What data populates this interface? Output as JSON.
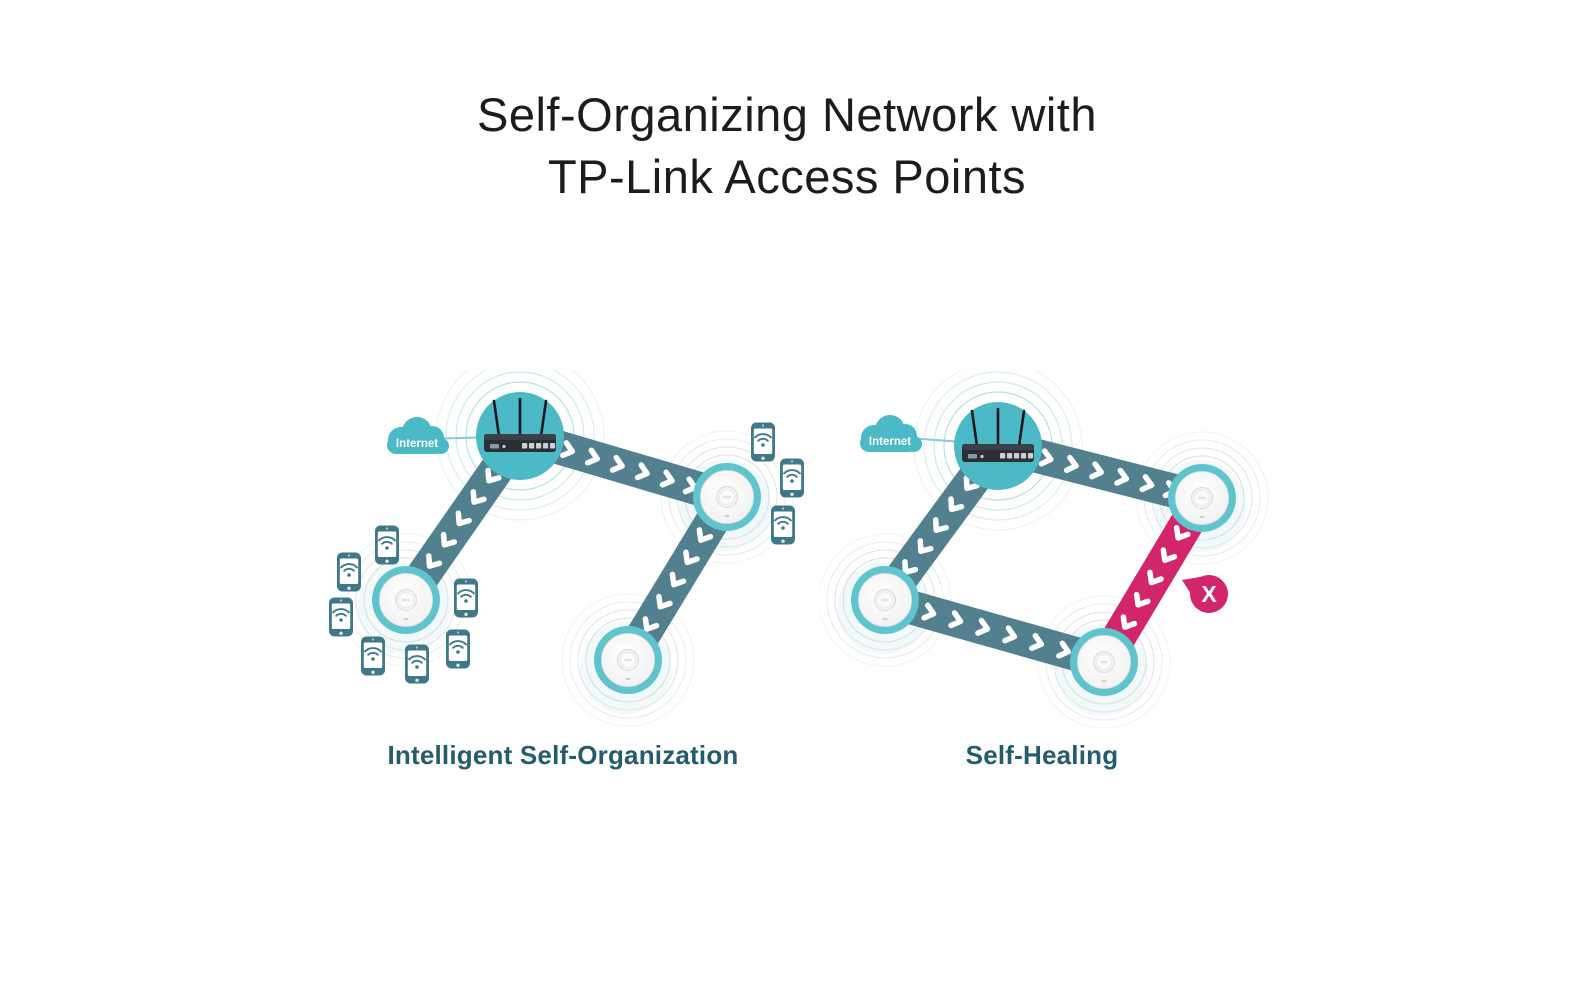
{
  "title": {
    "line1": "Self-Organizing Network with",
    "line2": "TP-Link Access Points"
  },
  "colors": {
    "node_teal": "#4bb9c6",
    "ap_ring_teal": "#60c4ce",
    "link_active": "#52808f",
    "link_broken": "#d2256b",
    "badge_pink": "#d2256b",
    "phone_body": "#3f7889",
    "caption_text": "#235c6b",
    "title_text": "#1c1c1c",
    "background": "#ffffff"
  },
  "diagrams": {
    "left": {
      "caption": "Intelligent Self-Organization",
      "internet_label": "Internet",
      "nodes": [
        "internet-cloud",
        "router",
        "access-point-1",
        "access-point-2",
        "access-point-3"
      ],
      "links": [
        {
          "from": "router",
          "to": "access-point-1",
          "status": "active"
        },
        {
          "from": "router",
          "to": "access-point-2",
          "status": "active"
        },
        {
          "from": "access-point-2",
          "to": "access-point-3",
          "status": "active"
        }
      ],
      "client_devices": {
        "access-point-1": 7,
        "access-point-2": 3
      }
    },
    "right": {
      "caption": "Self-Healing",
      "internet_label": "Internet",
      "broken_label": "X",
      "nodes": [
        "internet-cloud",
        "router",
        "access-point-1",
        "access-point-2",
        "access-point-3"
      ],
      "links": [
        {
          "from": "router",
          "to": "access-point-1",
          "status": "active"
        },
        {
          "from": "router",
          "to": "access-point-2",
          "status": "active"
        },
        {
          "from": "access-point-1",
          "to": "access-point-3",
          "status": "active"
        },
        {
          "from": "access-point-2",
          "to": "access-point-3",
          "status": "broken"
        }
      ]
    }
  }
}
